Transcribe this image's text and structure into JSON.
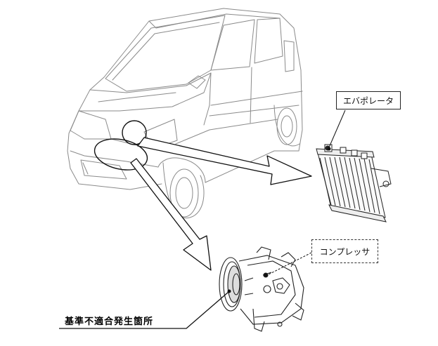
{
  "labels": {
    "evaporator": "エバポレータ",
    "compressor": "コンプレッサ",
    "defect_location": "基準不適合発生箇所"
  },
  "colors": {
    "line": "#333333",
    "arrow_fill": "#ffffff",
    "background": "#ffffff"
  }
}
